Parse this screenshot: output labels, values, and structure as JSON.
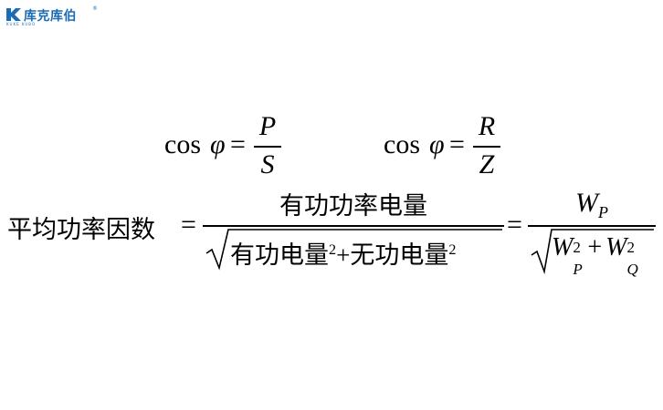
{
  "logo": {
    "brand_text": "库克库伯",
    "reg_mark": "®",
    "sub_text": "KUKE KUBO",
    "accent_color": "#1b6bb5"
  },
  "formula1": {
    "lhs": "cos",
    "phi": "φ",
    "eq": "=",
    "numerator": "P",
    "denominator": "S"
  },
  "formula2": {
    "lhs": "cos",
    "phi": "φ",
    "eq": "=",
    "numerator": "R",
    "denominator": "Z"
  },
  "main_formula": {
    "label": "平均功率因数",
    "eq1": "=",
    "numerator": "有功功率电量",
    "den_term1": "有功电量",
    "den_exp1": "2",
    "plus": "+",
    "den_term2": "无功电量",
    "den_exp2": "2",
    "eq2": "=",
    "rhs_num_base": "W",
    "rhs_num_sub": "P",
    "rhs_den_base1": "W",
    "rhs_den_sup1": "2",
    "rhs_den_sub1": "P",
    "rhs_den_plus": "+",
    "rhs_den_base2": "W",
    "rhs_den_sup2": "2",
    "rhs_den_sub2": "Q"
  }
}
